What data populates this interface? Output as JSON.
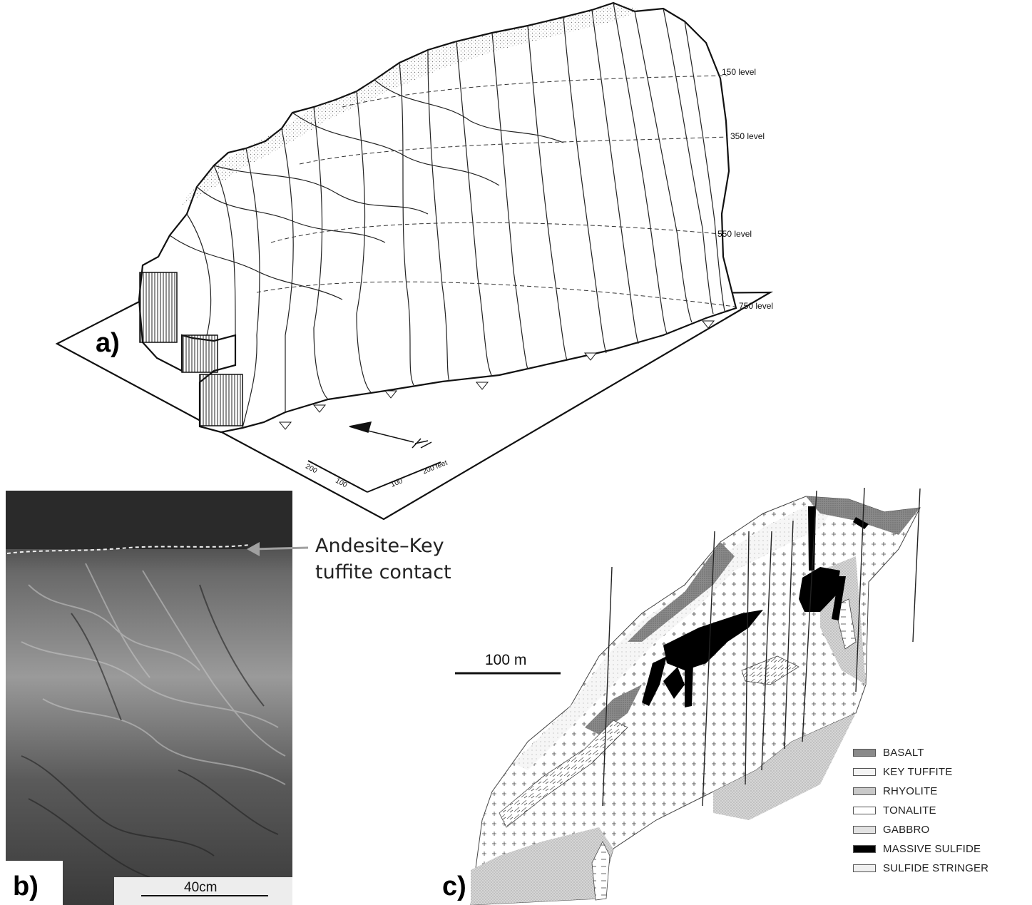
{
  "panel_a": {
    "letter": "a)",
    "levels": [
      "150 level",
      "350 level",
      "550 level",
      "750 level"
    ],
    "scale": {
      "l1": "200",
      "l2": "100",
      "r1": "100",
      "r2": "200 feet"
    }
  },
  "panel_b": {
    "letter": "b)",
    "callout_line1": "Andesite–Key",
    "callout_line2": "tuffite contact",
    "scale_label": "40cm"
  },
  "panel_c": {
    "letter": "c)",
    "scale_label": "100 m",
    "legend": [
      {
        "label": "BASALT",
        "color": "#8a8a8a"
      },
      {
        "label": "KEY TUFFITE",
        "color": "#f4f4f4"
      },
      {
        "label": "RHYOLITE",
        "color": "#c9c9c9"
      },
      {
        "label": "TONALITE",
        "color": "#ffffff"
      },
      {
        "label": "GABBRO",
        "color": "#e2e2e2"
      },
      {
        "label": "MASSIVE SULFIDE",
        "color": "#000000"
      },
      {
        "label": "SULFIDE STRINGER",
        "color": "#f0f0f0"
      }
    ]
  }
}
